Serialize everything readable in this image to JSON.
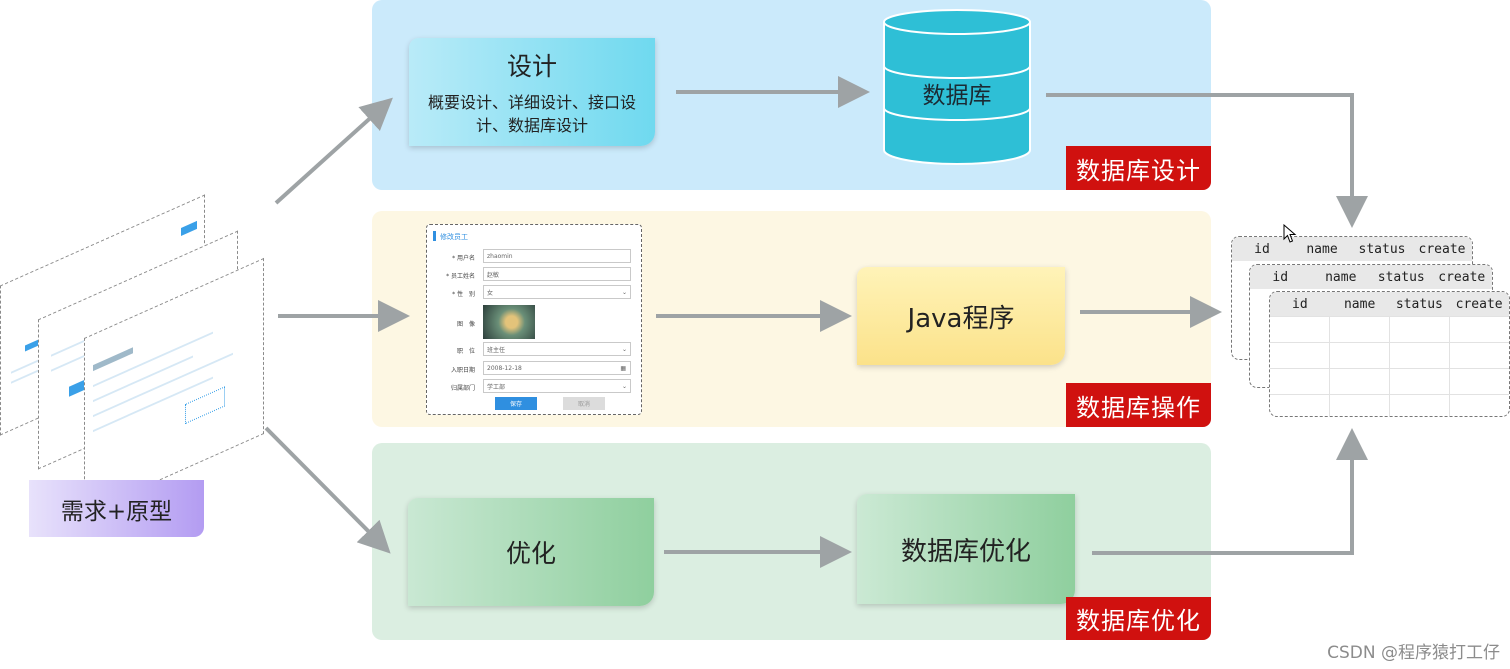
{
  "colors": {
    "blue_panel": "#cbeafb",
    "yellow_panel": "#fdf7e3",
    "green_panel": "#dbeee1",
    "tag_red": "#d0110f",
    "arrow_gray": "#9ea3a5",
    "db_cyan": "#2ebfd6"
  },
  "requirements": {
    "label": "需求+原型"
  },
  "design": {
    "card_title": "设计",
    "card_desc": "概要设计、详细设计、接口设计、数据库设计",
    "database_label": "数据库",
    "tag": "数据库设计"
  },
  "operation": {
    "form": {
      "title": "修改员工",
      "fields": [
        {
          "label": "* 用户名",
          "value": "zhaomin"
        },
        {
          "label": "* 员工姓名",
          "value": "赵敏"
        },
        {
          "label": "* 性　别",
          "value": "女"
        },
        {
          "label": "图　像",
          "value": ""
        },
        {
          "label": "职　位",
          "value": "班主任"
        },
        {
          "label": "入职日期",
          "value": "2008-12-18"
        },
        {
          "label": "归属部门",
          "value": "学工部"
        }
      ],
      "save_label": "保存",
      "cancel_label": "取消"
    },
    "program_label": "Java程序",
    "tag": "数据库操作"
  },
  "optimize": {
    "card_label": "优化",
    "db_opt_label": "数据库优化",
    "tag": "数据库优化"
  },
  "tables": {
    "columns": [
      "id",
      "name",
      "status",
      "create"
    ]
  },
  "watermark": "CSDN @程序猿打工仔"
}
